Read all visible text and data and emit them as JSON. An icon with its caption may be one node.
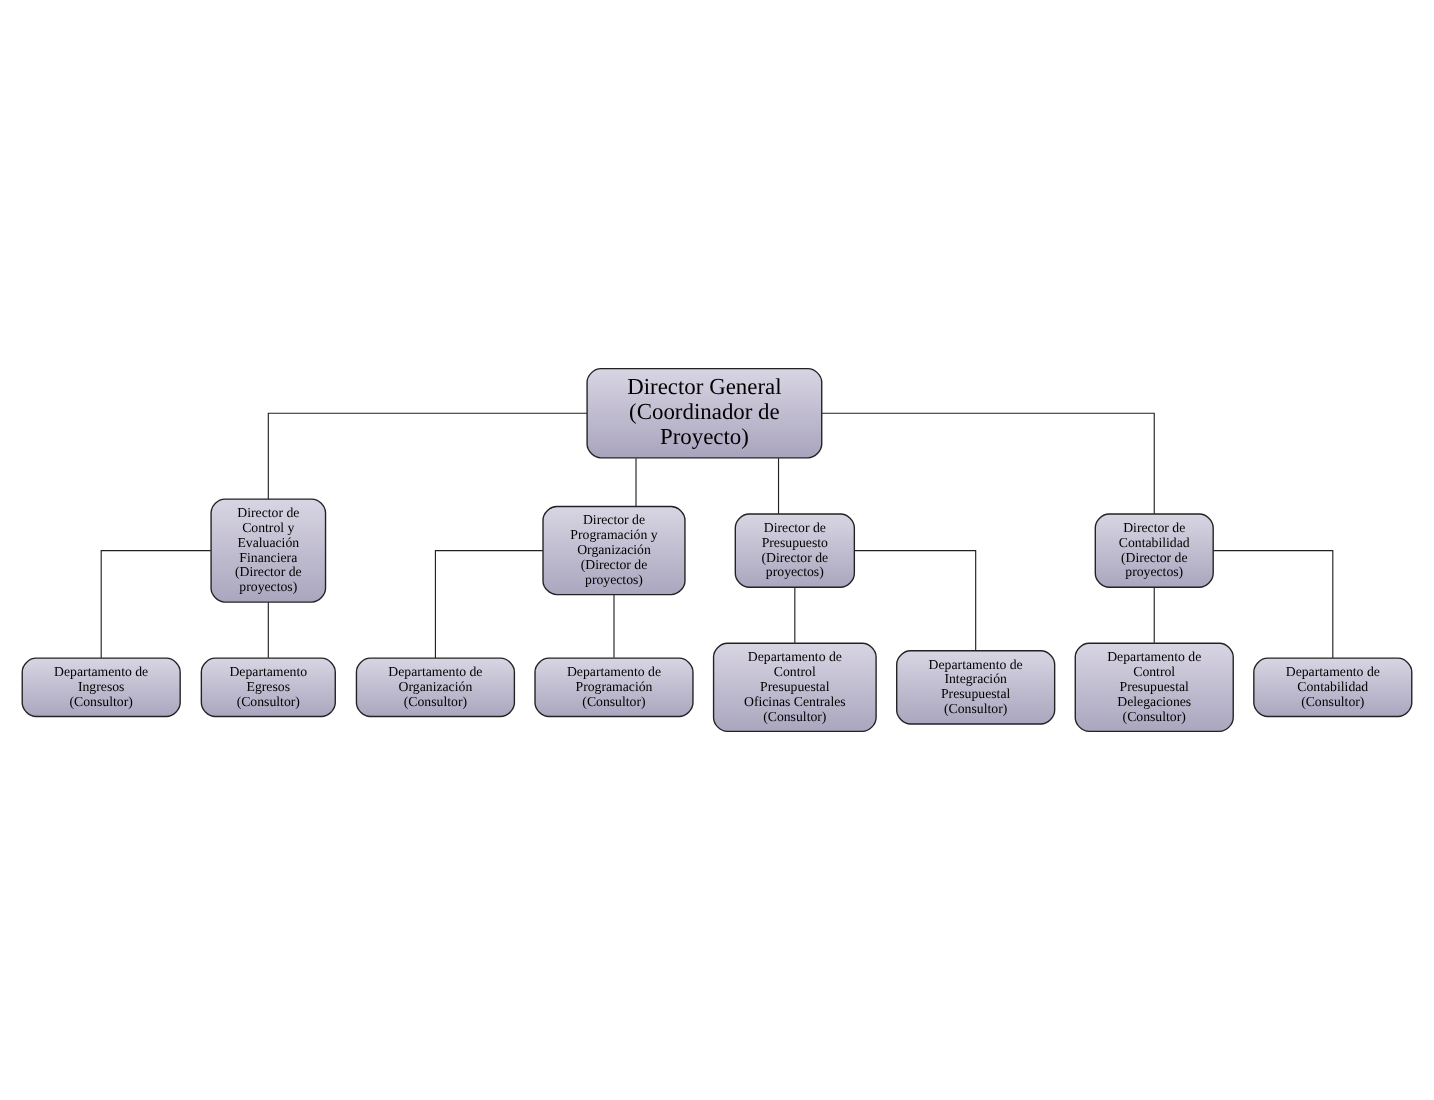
{
  "diagram": {
    "nodes": [
      {
        "text": [
          "Director General (Coordinador de Proyecto)"
        ]
      },
      {
        "text": [
          "Director de Control y Evaluación Financiera (Director de proyectos)"
        ]
      },
      {
        "text": [
          "Director de Programación y Organización (Director de proyectos)"
        ]
      },
      {
        "text": [
          "Director de Presupuesto (Director de proyectos)"
        ]
      },
      {
        "text": [
          "Director de Contabilidad (Director de proyectos)"
        ]
      },
      {
        "text": [
          "Departamento de Ingresos (Consultor)"
        ]
      },
      {
        "text": [
          "Departamento Egresos (Consultor)"
        ]
      },
      {
        "text": [
          "Departamento de Organización (Consultor)"
        ]
      },
      {
        "text": [
          "Departamento de Programación (Consultor)"
        ]
      },
      {
        "text": [
          "Departamento de Control Presupuestal Oficinas Centrales (Consultor)"
        ]
      },
      {
        "text": [
          "Departamento de Integración Presupuestal (Consultor)"
        ]
      },
      {
        "text": [
          "Departamento de Control Presupuestal Delegaciones (Consultor)"
        ]
      },
      {
        "text": [
          "Departamento de Contabilidad (Consultor)"
        ]
      }
    ],
    "edges": [
      {
        "from": 0,
        "to": 1,
        "arrow": "none"
      },
      {
        "from": 0,
        "to": 2,
        "arrow": "none"
      },
      {
        "from": 0,
        "to": 3,
        "arrow": "none"
      },
      {
        "from": 0,
        "to": 4,
        "arrow": "none"
      },
      {
        "from": 1,
        "to": 5,
        "arrow": "none"
      },
      {
        "from": 1,
        "to": 6,
        "arrow": "none"
      },
      {
        "from": 2,
        "to": 7,
        "arrow": "none"
      },
      {
        "from": 2,
        "to": 8,
        "arrow": "none"
      },
      {
        "from": 3,
        "to": 9,
        "arrow": "none"
      },
      {
        "from": 3,
        "to": 10,
        "arrow": "none"
      },
      {
        "from": 4,
        "to": 11,
        "arrow": "none"
      },
      {
        "from": 4,
        "to": 12,
        "arrow": "none"
      }
    ]
  }
}
